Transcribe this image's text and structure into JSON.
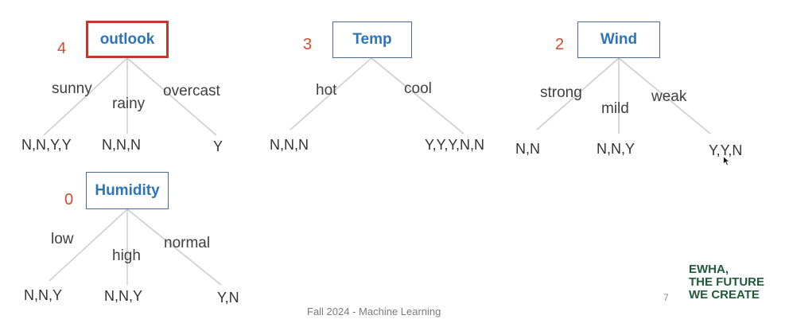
{
  "trees": [
    {
      "id": "outlook",
      "title": "outlook",
      "score": "4",
      "highlighted": true,
      "branches": [
        {
          "label": "sunny",
          "leaf": "N,N,Y,Y"
        },
        {
          "label": "rainy",
          "leaf": "N,N,N"
        },
        {
          "label": "overcast",
          "leaf": "Y"
        }
      ]
    },
    {
      "id": "temp",
      "title": "Temp",
      "score": "3",
      "highlighted": false,
      "branches": [
        {
          "label": "hot",
          "leaf": "N,N,N"
        },
        {
          "label": "cool",
          "leaf": "Y,Y,Y,N,N"
        }
      ]
    },
    {
      "id": "wind",
      "title": "Wind",
      "score": "2",
      "highlighted": false,
      "branches": [
        {
          "label": "strong",
          "leaf": "N,N"
        },
        {
          "label": "mild",
          "leaf": "N,N,Y"
        },
        {
          "label": "weak",
          "leaf": "Y,Y,N"
        }
      ]
    },
    {
      "id": "humidity",
      "title": "Humidity",
      "score": "0",
      "highlighted": false,
      "branches": [
        {
          "label": "low",
          "leaf": "N,N,Y"
        },
        {
          "label": "high",
          "leaf": "N,N,Y"
        },
        {
          "label": "normal",
          "leaf": "Y,N"
        }
      ]
    }
  ],
  "footer": {
    "course": "Fall 2024 - Machine Learning",
    "page": "7"
  },
  "logo": {
    "line1": "EWHA,",
    "line2": "THE FUTURE",
    "line3": "WE CREATE"
  },
  "colors": {
    "node_text": "#2e75b6",
    "node_border": "#4a6a8f",
    "highlight_border": "#c0392b",
    "score": "#d24a2f",
    "edge": "#c8ccd0",
    "logo": "#1f5b3a"
  }
}
